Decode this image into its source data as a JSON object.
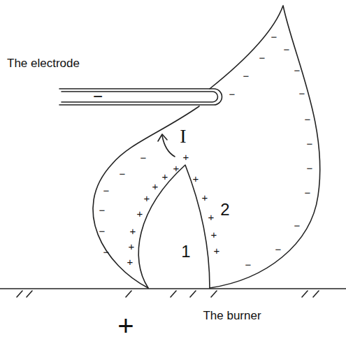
{
  "diagram": {
    "labels": [
      "The electrode",
      "−",
      "I",
      "1",
      "2",
      "+",
      "+",
      "+",
      "+",
      "+",
      "+",
      "+",
      "+",
      "+",
      "+",
      "+",
      "+",
      "+",
      "+",
      "−",
      "−",
      "−",
      "−",
      "−",
      "−",
      "−",
      "−",
      "−",
      "−",
      "−",
      "−",
      "−",
      "−",
      "−",
      "−",
      "−",
      "−",
      "−",
      "−",
      "The burner",
      "+"
    ]
  }
}
